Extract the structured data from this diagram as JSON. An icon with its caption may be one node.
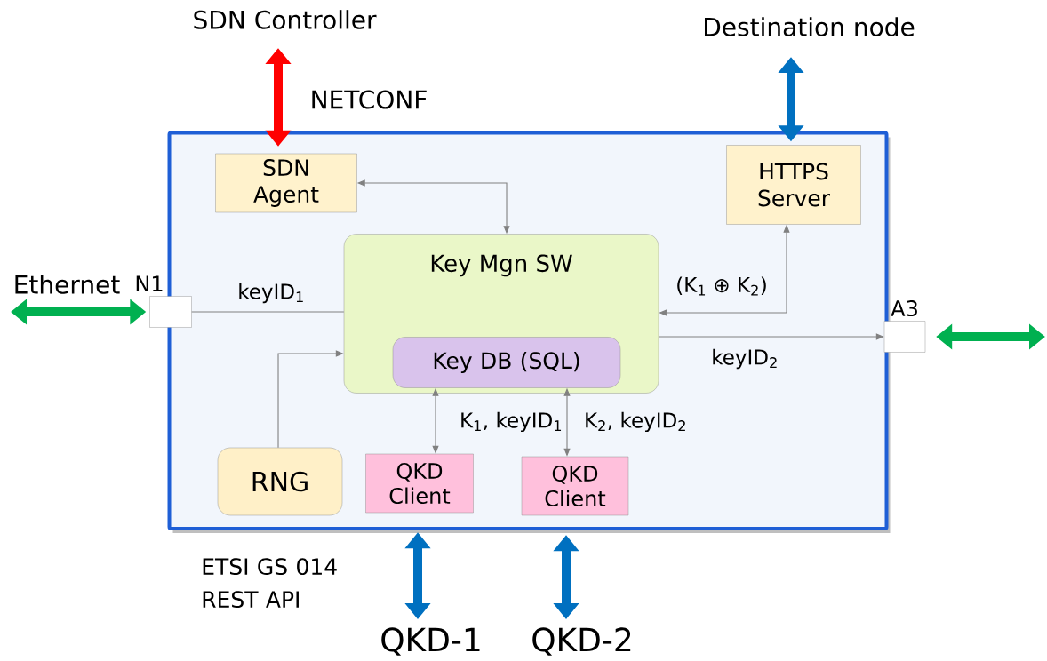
{
  "diagram": {
    "nodes": [
      {
        "text": [],
        "shape": "box"
      },
      {
        "text": [
          "SDN Controller"
        ]
      },
      {
        "text": [
          "Destination node"
        ]
      },
      {
        "text": [
          "SDN Agent"
        ],
        "in": 0
      },
      {
        "text": [
          "HTTPS Server"
        ],
        "in": 0
      },
      {
        "text": [
          "Key Mgn SW"
        ],
        "in": 0
      },
      {
        "text": [
          "Key DB (SQL)"
        ],
        "in": 5
      },
      {
        "text": [
          "N1"
        ]
      },
      {
        "text": [
          "A3"
        ]
      },
      {
        "text": [
          "RNG"
        ],
        "in": 0
      },
      {
        "text": [
          "QKD Client"
        ],
        "in": 0
      },
      {
        "text": [
          "QKD Client"
        ],
        "in": 0
      },
      {
        "text": [
          "QKD-1"
        ]
      },
      {
        "text": [
          "QKD-2"
        ]
      }
    ],
    "edges": [
      {
        "from": 1,
        "to": 3,
        "arrow": "both",
        "label": "NETCONF",
        "style": "thick",
        "color": "#ff0000"
      },
      {
        "from": 2,
        "to": 4,
        "arrow": "both",
        "style": "thick",
        "color": "#0070c0"
      },
      {
        "from": null,
        "to": 7,
        "arrow": "both",
        "label": "Ethernet",
        "style": "thick",
        "color": "#00b050"
      },
      {
        "from": 8,
        "to": null,
        "arrow": "both",
        "style": "thick",
        "color": "#00b050"
      },
      {
        "from": 3,
        "to": 5,
        "arrow": "both"
      },
      {
        "from": 7,
        "to": 5,
        "arrow": "none",
        "label": "keyID$_{1}$"
      },
      {
        "from": 5,
        "to": 4,
        "arrow": "both",
        "label": "(K$_{1}$ ⊕ K$_{2}$)"
      },
      {
        "from": 5,
        "to": 8,
        "arrow": "to",
        "label": "keyID$_{2}$"
      },
      {
        "from": 9,
        "to": 5,
        "arrow": "to"
      },
      {
        "from": 6,
        "to": 10,
        "arrow": "both",
        "label": "K$_{1}$, keyID$_{1}$"
      },
      {
        "from": 6,
        "to": 11,
        "arrow": "both",
        "label": "K$_{2}$, keyID$_{2}$"
      },
      {
        "from": 10,
        "to": 12,
        "arrow": "both",
        "style": "thick",
        "color": "#0070c0"
      },
      {
        "from": 11,
        "to": 13,
        "arrow": "both",
        "style": "thick",
        "color": "#0070c0"
      }
    ],
    "labels": [
      "ETSI GS 014 REST API"
    ]
  }
}
